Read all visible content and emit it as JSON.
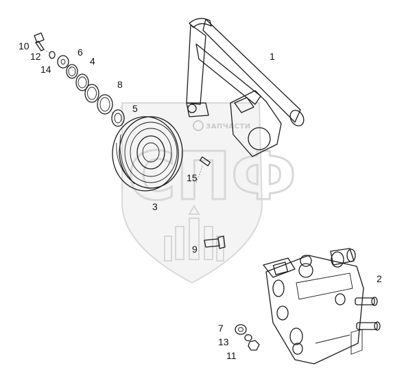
{
  "watermark": {
    "brand_text": "ЗАПЧАСТИ",
    "letters": "СПФ"
  },
  "callouts": [
    {
      "id": "1",
      "label": "1"
    },
    {
      "id": "2",
      "label": "2"
    },
    {
      "id": "3",
      "label": "3"
    },
    {
      "id": "4",
      "label": "4"
    },
    {
      "id": "5",
      "label": "5"
    },
    {
      "id": "6",
      "label": "6"
    },
    {
      "id": "7",
      "label": "7"
    },
    {
      "id": "8",
      "label": "8"
    },
    {
      "id": "9",
      "label": "9"
    },
    {
      "id": "10",
      "label": "10"
    },
    {
      "id": "11",
      "label": "11"
    },
    {
      "id": "12",
      "label": "12"
    },
    {
      "id": "13",
      "label": "13"
    },
    {
      "id": "14",
      "label": "14"
    },
    {
      "id": "15",
      "label": "15"
    }
  ]
}
